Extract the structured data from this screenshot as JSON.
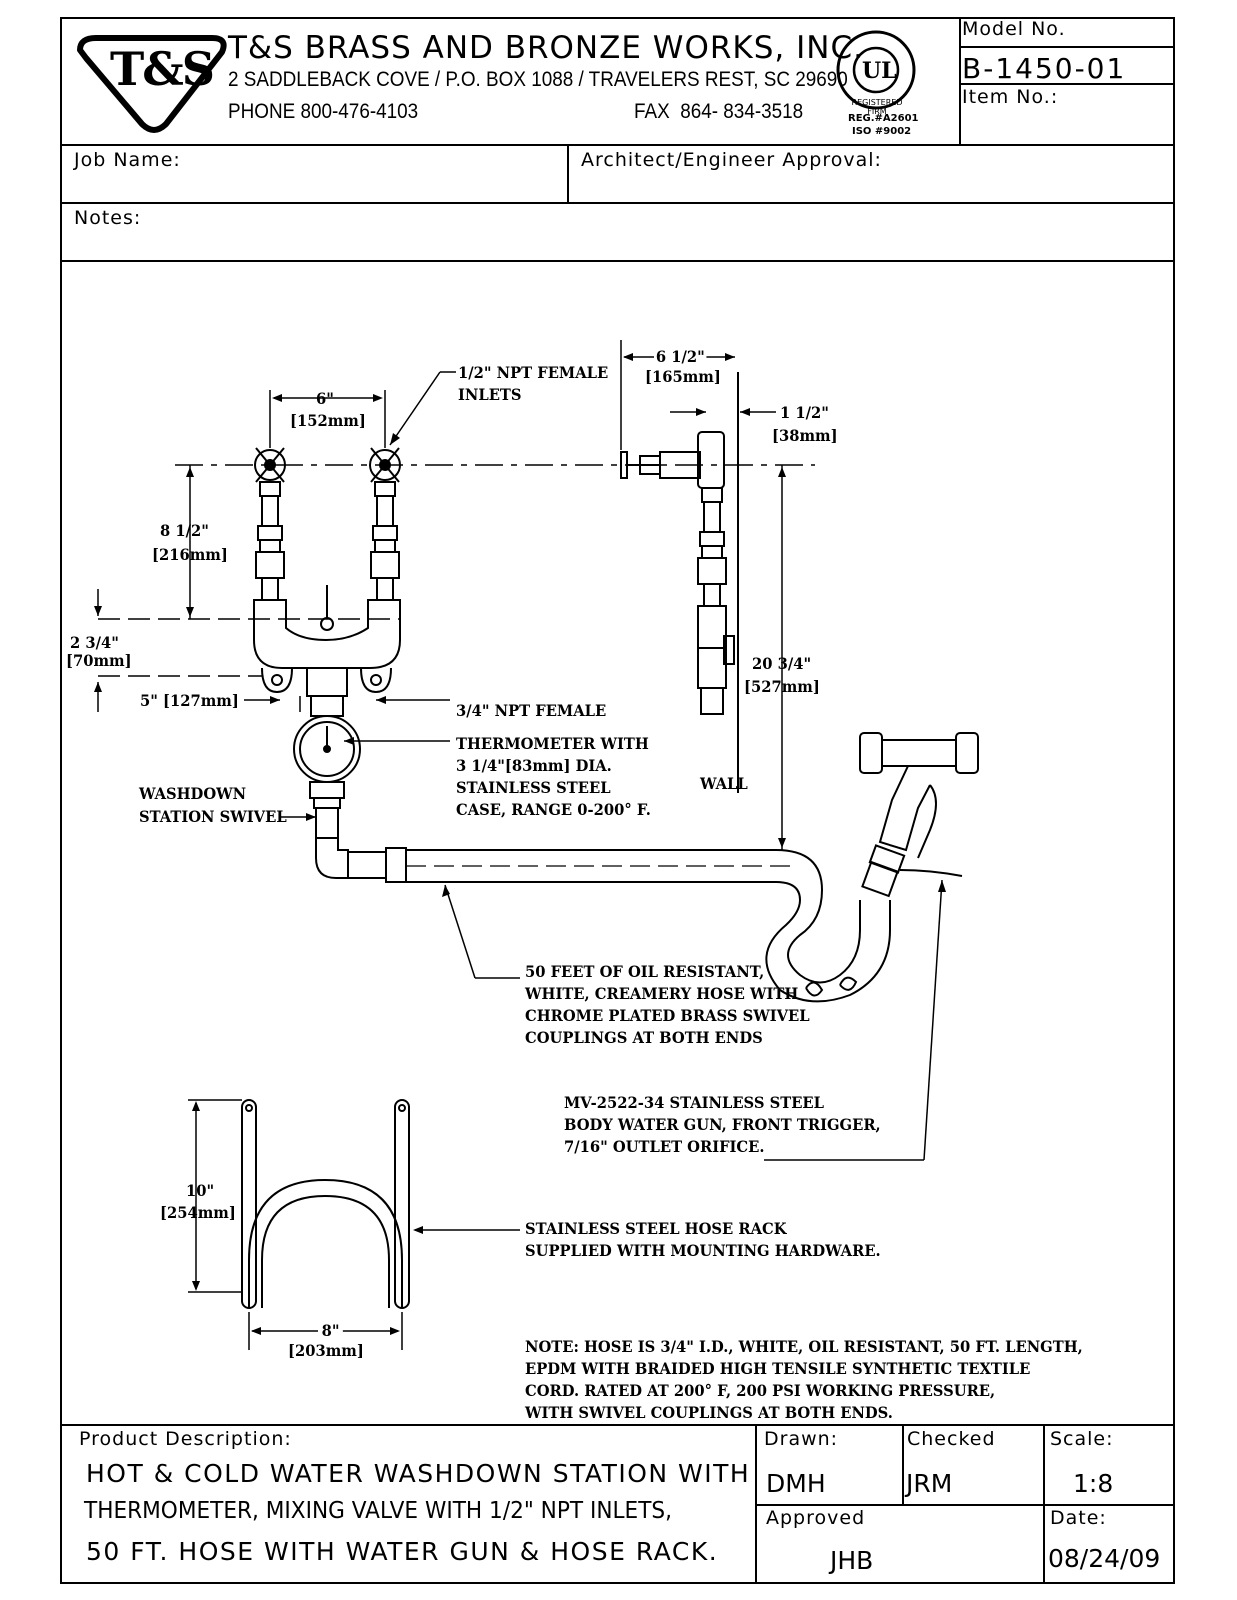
{
  "header": {
    "logo_text": "T&S",
    "company_name": "T&S BRASS AND BRONZE WORKS, INC.",
    "address": "2 SADDLEBACK COVE / P.O. BOX 1088 / TRAVELERS REST, SC 29690",
    "phone": "PHONE 800-476-4103",
    "fax": "FAX  864- 834-3518",
    "ul_mark": "UL",
    "ul_ring_text": "REGISTERED FIRM",
    "reg_no": "REG.#A2601",
    "iso_no": "ISO #9002",
    "model_label": "Model No.",
    "model_value": "B-1450-01",
    "item_label": "Item No.:",
    "item_value": ""
  },
  "form": {
    "job_name_label": "Job Name:",
    "job_name_value": "",
    "architect_label": "Architect/Engineer Approval:",
    "architect_value": "",
    "notes_label": "Notes:",
    "notes_value": ""
  },
  "drawing": {
    "dim_6_top": "6\"",
    "dim_152": "[152mm]",
    "inlets_1": "1/2\" NPT FEMALE",
    "inlets_2": "INLETS",
    "dim_6_5": "6 1/2\"",
    "dim_165": "[165mm]",
    "dim_1_5": "1 1/2\"",
    "dim_38": "[38mm]",
    "dim_8_5": "8 1/2\"",
    "dim_216": "[216mm]",
    "dim_2_75": "2 3/4\"",
    "dim_70": "[70mm]",
    "dim_5": "5\" [127mm]",
    "dim_20_75": "20 3/4\"",
    "dim_527": "[527mm]",
    "outlet_label": "3/4\" NPT FEMALE",
    "thermometer_note": "THERMOMETER WITH\n3 1/4\"[83mm] DIA.\nSTAINLESS STEEL\nCASE, RANGE 0-200° F.",
    "swivel_1": "WASHDOWN",
    "swivel_2": "STATION SWIVEL",
    "wall_label": "WALL",
    "hose_note": "50 FEET OF OIL RESISTANT,\nWHITE, CREAMERY HOSE WITH\nCHROME PLATED BRASS SWIVEL\nCOUPLINGS AT BOTH ENDS",
    "gun_note": "MV-2522-34 STAINLESS STEEL\nBODY WATER GUN, FRONT TRIGGER,\n7/16\" OUTLET ORIFICE.",
    "dim_10": "10\"",
    "dim_254": "[254mm]",
    "dim_8": "8\"",
    "dim_203": "[203mm]",
    "rack_note": "STAINLESS STEEL HOSE RACK\nSUPPLIED WITH MOUNTING HARDWARE.",
    "hose_spec_note": "NOTE: HOSE IS 3/4\" I.D., WHITE, OIL RESISTANT, 50 FT. LENGTH,\nEPDM WITH BRAIDED HIGH TENSILE SYNTHETIC TEXTILE\nCORD. RATED AT 200° F, 200 PSI WORKING PRESSURE,\nWITH SWIVEL COUPLINGS AT BOTH ENDS."
  },
  "footer": {
    "product_desc_label": "Product Description:",
    "desc_line1": "HOT & COLD WATER WASHDOWN STATION WITH",
    "desc_line2": "THERMOMETER, MIXING VALVE WITH 1/2\" NPT INLETS,",
    "desc_line3": "50 FT. HOSE WITH WATER GUN & HOSE RACK.",
    "drawn_label": "Drawn:",
    "drawn_value": "DMH",
    "checked_label": "Checked",
    "checked_value": "JRM",
    "scale_label": "Scale:",
    "scale_value": "1:8",
    "approved_label": "Approved",
    "approved_value": "JHB",
    "date_label": "Date:",
    "date_value": "08/24/09"
  }
}
